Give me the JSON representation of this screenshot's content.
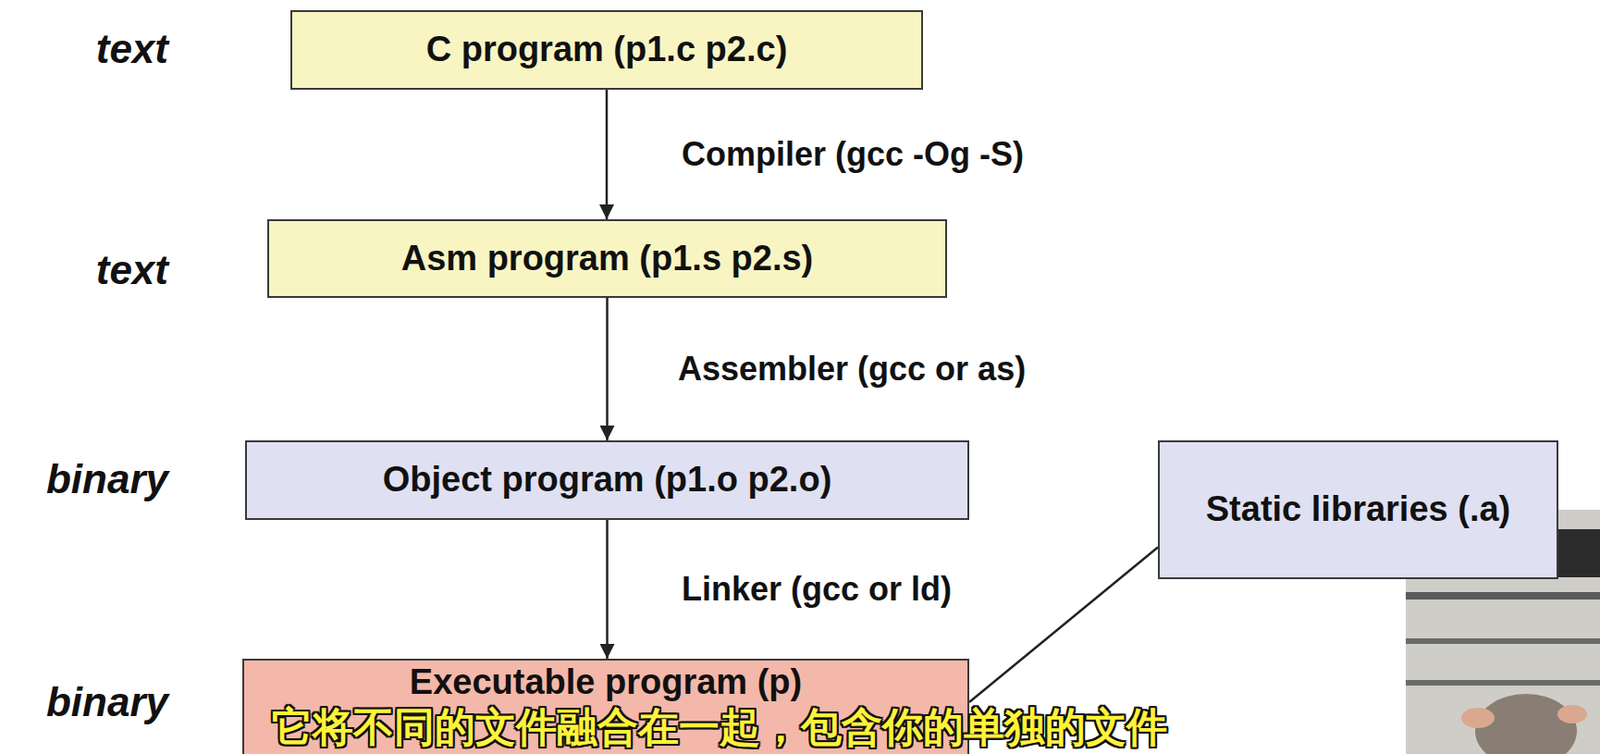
{
  "diagram": {
    "nodes": [
      {
        "text": [
          "C program (p1.c p2.c)"
        ]
      },
      {
        "text": [
          "Asm program (p1.s p2.s)"
        ]
      },
      {
        "text": [
          "Object program (p1.o p2.o)"
        ]
      },
      {
        "text": [
          "Static libraries (.a)"
        ]
      },
      {
        "text": [
          "Executable program (p)"
        ]
      }
    ],
    "edges": [
      {
        "from": 0,
        "to": 1,
        "label": "Compiler (gcc -Og -S)",
        "arrow": "to"
      },
      {
        "from": 1,
        "to": 2,
        "label": "Assembler (gcc or as)",
        "arrow": "to"
      },
      {
        "from": 2,
        "to": 4,
        "label": "Linker (gcc or ld)",
        "arrow": "to"
      },
      {
        "from": 3,
        "to": 4,
        "arrow": "none"
      }
    ],
    "labels": [
      "text",
      "text",
      "binary",
      "binary",
      "它将不同的文件融合在一起，包含你的单独的文件"
    ]
  }
}
